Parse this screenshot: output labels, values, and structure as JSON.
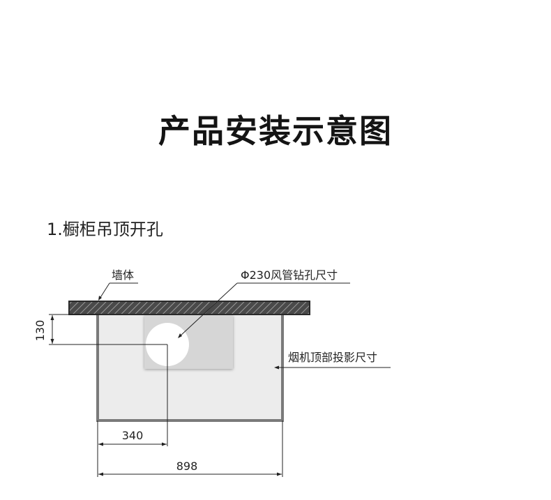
{
  "title": "产品安装示意图",
  "section": {
    "heading": "1.橱柜吊顶开孔"
  },
  "diagram": {
    "labels": {
      "wall": "墙体",
      "duct_hole": "Φ230风管钻孔尺寸",
      "hood_projection": "烟机顶部投影尺寸"
    },
    "dimensions": {
      "vertical_offset": "130",
      "horizontal_offset": "340",
      "total_width": "898"
    },
    "colors": {
      "wall_fill": "#4a4a4a",
      "wall_hatch": "#8a8a8a",
      "projection_fill": "#ececec",
      "projection_border": "#7a7a7a",
      "hole_panel": "#d6d6d6",
      "hole": "#ffffff",
      "line": "#222222"
    }
  }
}
